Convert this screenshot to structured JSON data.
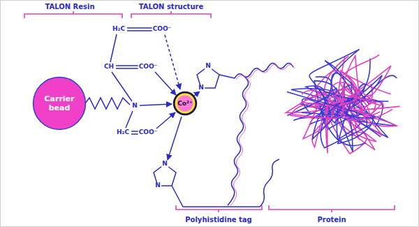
{
  "diagram": {
    "nodes": [
      {
        "text": [
          "Carrier bead"
        ]
      },
      {
        "text": [
          "Co²⁺"
        ]
      }
    ],
    "labels": [
      "TALON Resin",
      "TALON structure",
      "H₂C",
      "COO⁻",
      "CH",
      "COO⁻",
      "N",
      "H₂C",
      "COO⁻",
      "N",
      "N",
      "N",
      "N",
      "Polyhistidine tag",
      "Protein"
    ]
  }
}
